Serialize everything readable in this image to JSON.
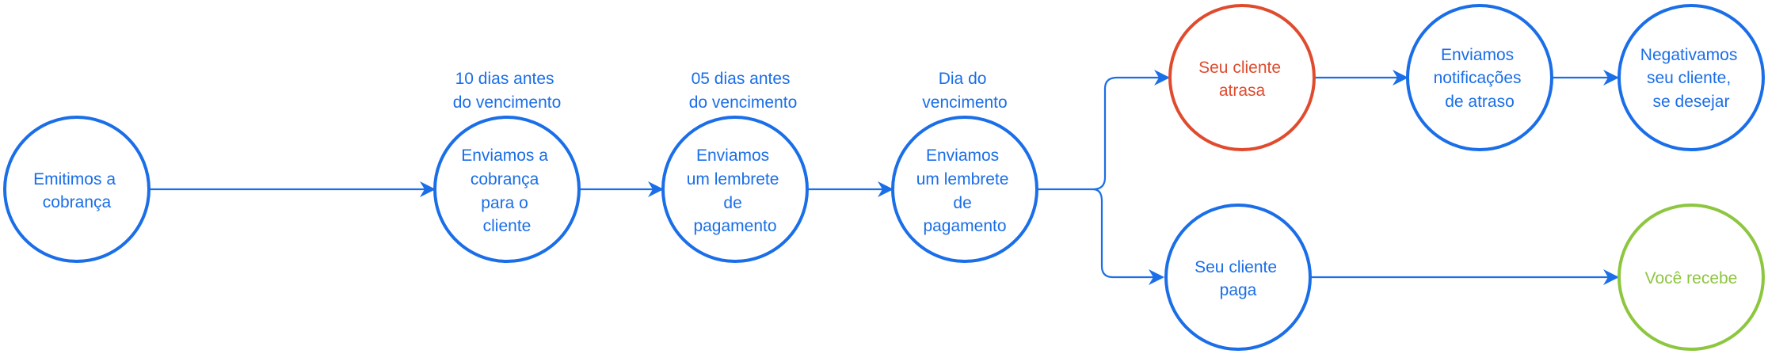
{
  "colors": {
    "primary": "#1a6ee8",
    "alert": "#e04b2e",
    "success": "#8dc63f"
  },
  "nodes": [
    {
      "id": "emit",
      "lines": [
        "Emitimos a",
        "cobrança"
      ],
      "status": "primary"
    },
    {
      "id": "send-invoice",
      "lines": [
        "Enviamos a",
        "cobrança",
        "para o",
        "cliente"
      ],
      "status": "primary"
    },
    {
      "id": "reminder-1",
      "lines": [
        "Enviamos",
        "um lembrete",
        "de",
        "pagamento"
      ],
      "status": "primary"
    },
    {
      "id": "reminder-2",
      "lines": [
        "Enviamos",
        "um lembrete",
        "de",
        "pagamento"
      ],
      "status": "primary"
    },
    {
      "id": "late",
      "lines": [
        "Seu cliente",
        "atrasa"
      ],
      "status": "alert"
    },
    {
      "id": "late-notice",
      "lines": [
        "Enviamos",
        "notificações",
        "de atraso"
      ],
      "status": "primary"
    },
    {
      "id": "negative",
      "lines": [
        "Negativamos",
        "seu cliente,",
        "se desejar"
      ],
      "status": "primary"
    },
    {
      "id": "pays",
      "lines": [
        "Seu cliente",
        "paga"
      ],
      "status": "primary"
    },
    {
      "id": "receive",
      "lines": [
        "Você recebe"
      ],
      "status": "success"
    }
  ],
  "labels": [
    {
      "id": "before-10",
      "lines": [
        "10 dias antes",
        "do vencimento"
      ]
    },
    {
      "id": "before-5",
      "lines": [
        "05 dias antes",
        "do vencimento"
      ]
    },
    {
      "id": "due-day",
      "lines": [
        "Dia do",
        "vencimento"
      ]
    }
  ]
}
